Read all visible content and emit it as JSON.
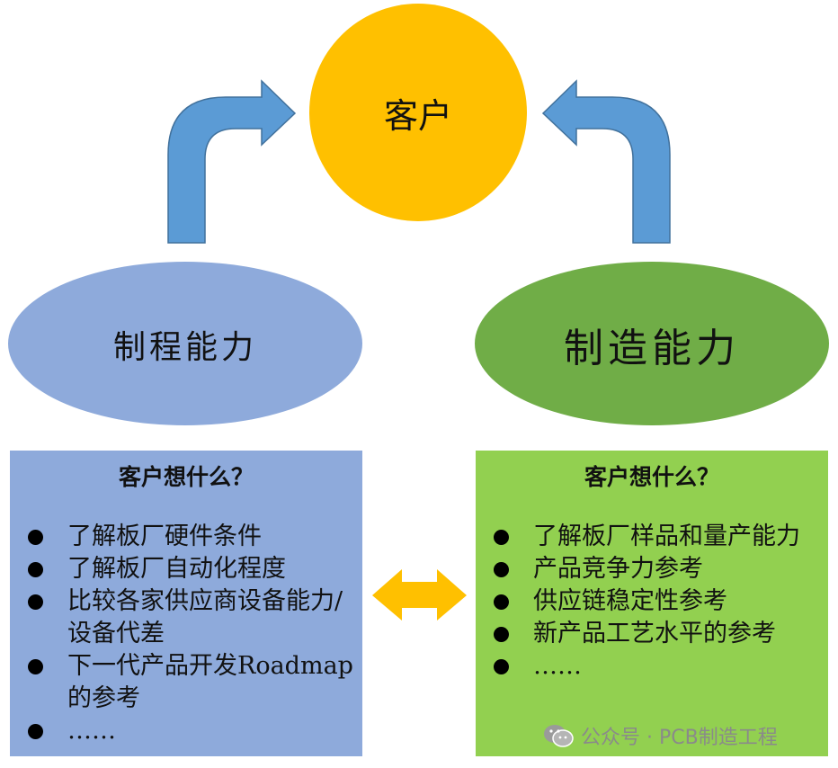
{
  "center": {
    "label": "客户"
  },
  "left_node": {
    "label": "制程能力"
  },
  "right_node": {
    "label": "制造能力"
  },
  "left_box": {
    "title": "客户想什么？",
    "items": [
      "了解板厂硬件条件",
      "了解板厂自动化程度",
      "比较各家供应商设备能力/设备代差",
      "下一代产品开发Roadmap的参考",
      "……"
    ]
  },
  "right_box": {
    "title": "客户想什么？",
    "items": [
      "了解板厂样品和量产能力",
      "产品竞争力参考",
      "供应链稳定性参考",
      "新产品工艺水平的参考",
      "……"
    ]
  },
  "watermark": {
    "text": "公众号 · PCB制造工程",
    "icon": "wechat-icon"
  },
  "colors": {
    "center_fill": "#ffc000",
    "left_node_fill": "#8eaadb",
    "right_node_fill": "#70ad47",
    "left_box_fill": "#8eaadb",
    "right_box_fill": "#92d050",
    "arrow_fill": "#5b9bd5",
    "double_arrow_fill": "#ffc000"
  }
}
